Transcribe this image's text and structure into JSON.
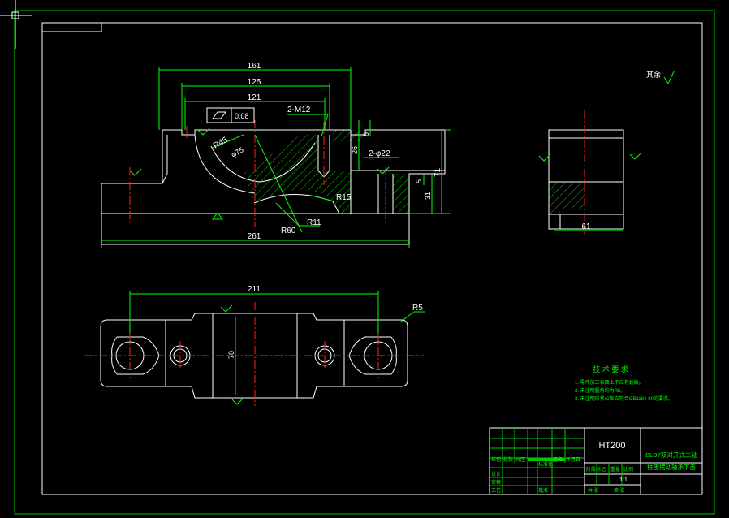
{
  "colors": {
    "background": "#000000",
    "outline": "#ffffff",
    "frame": "#00c800",
    "dimension": "#00ff00",
    "centerline": "#ff2020",
    "hatch": "#00c800"
  },
  "dimensions": {
    "d161": "161",
    "d125": "125",
    "d121": "121",
    "thread": "2-M12",
    "flatness": "0.08",
    "r45": "R45",
    "phi75": "φ75",
    "d26": "26",
    "d6": "6",
    "phi22": "2-φ22",
    "d71": "71",
    "d5": "5",
    "d31": "31",
    "r15": "R15",
    "r11": "R11",
    "r60": "R60",
    "d261": "261",
    "d211": "211",
    "r5": "R5",
    "d70": "70",
    "d61": "61"
  },
  "roughness_note": "其余",
  "technical_requirements": {
    "title": "技 术 要 求",
    "items": [
      "1. 零件加工表面上不应有划痕。",
      "2. 未注明圆角均为R5。",
      "3. 未注明形状公差应符合GB1184-80的要求。"
    ]
  },
  "title_block": {
    "material": "HT200",
    "part_name_line1": "BLD7双对开式二轴",
    "part_name_line2": "柱蛋摆动轴承下盖",
    "scale": "1:1",
    "header_labels": [
      "标记",
      "处数",
      "分区",
      "更改文件号",
      "签名",
      "年月日"
    ],
    "row_labels": [
      "设计",
      "审核",
      "工艺"
    ],
    "mid_labels": [
      "标准化",
      "批准"
    ],
    "stage_labels": [
      "阶段标记",
      "重量",
      "比例"
    ],
    "footer_labels": [
      "共 张",
      "第 张"
    ]
  }
}
